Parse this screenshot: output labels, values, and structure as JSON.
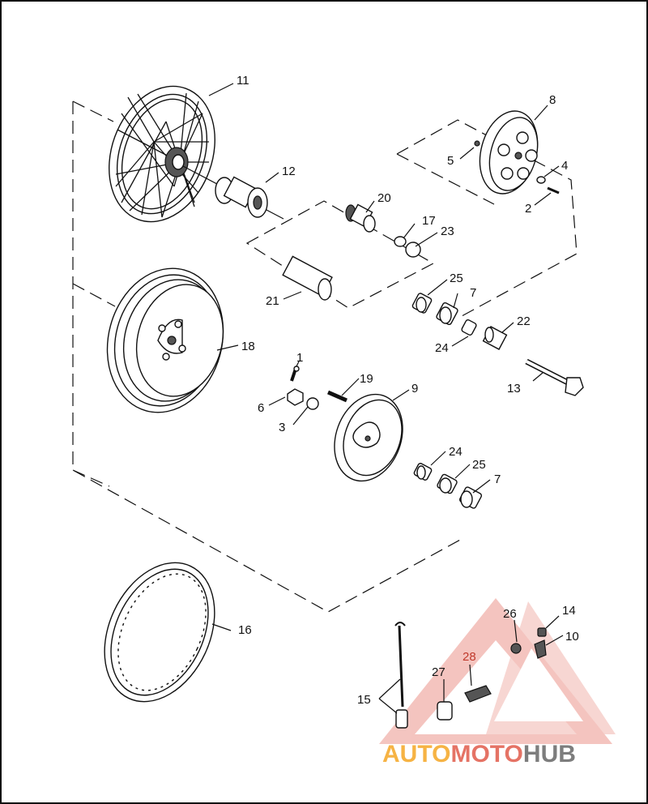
{
  "callouts": {
    "c1": "1",
    "c2": "2",
    "c3": "3",
    "c4": "4",
    "c5": "5",
    "c6": "6",
    "c7a": "7",
    "c7b": "7",
    "c8": "8",
    "c9": "9",
    "c10": "10",
    "c11": "11",
    "c12": "12",
    "c13": "13",
    "c14": "14",
    "c15": "15",
    "c16": "16",
    "c17": "17",
    "c18": "18",
    "c19": "19",
    "c20": "20",
    "c21": "21",
    "c22": "22",
    "c23": "23",
    "c24a": "24",
    "c24b": "24",
    "c25a": "25",
    "c25b": "25",
    "c26": "26",
    "c27": "27",
    "c28": "28"
  },
  "watermark": {
    "part1": "AUTO",
    "part2": "MOTO",
    "part3": "HUB",
    "color1": "#f5a623",
    "color2": "#e05a4a",
    "color3": "#666666"
  }
}
